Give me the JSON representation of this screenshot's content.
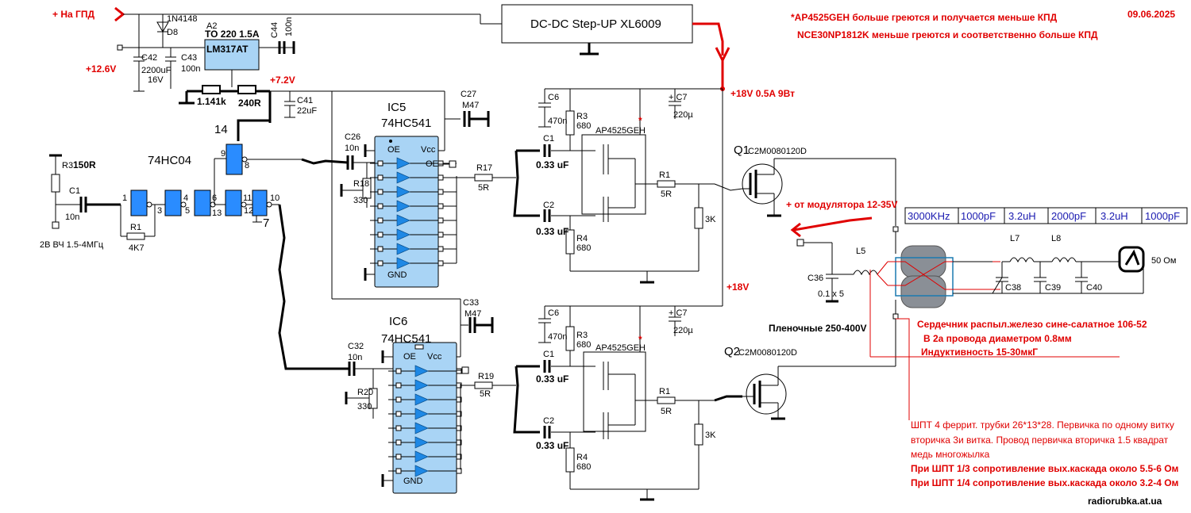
{
  "labels": {
    "gpd": "+ На ГПД",
    "d8_part": "1N4148",
    "d8_ref": "D8",
    "a2_ref": "A2",
    "a2_pkg": "TO 220 1.5A",
    "reg": "LM317AT",
    "c44_ref": "C44",
    "c44_val": "100n",
    "c42_ref": "C42",
    "c42_val": "2200uF",
    "c42_v": "16V",
    "c43_ref": "C43",
    "c43_val": "100n",
    "v126": "+12.6V",
    "v72": "+7.2V",
    "r_1141": "1.141k",
    "r_240": "240R",
    "c41_ref": "C41",
    "c41_val": "22uF",
    "pin14": "14",
    "hc04": "74HC04",
    "r3_ref": "R3",
    "r3_val": "150R",
    "c1_ref": "C1",
    "c1_val": "10n",
    "r1_ref": "R1",
    "r1_val": "4K7",
    "input": "2В ВЧ 1.5-4МГц",
    "p1": "1",
    "p2": "3",
    "p3": "4",
    "p4": "5",
    "p5": "6",
    "p6": "13",
    "p7": "11",
    "p8": "12",
    "p9": "10",
    "p10": "7",
    "p11": "9",
    "p12": "8",
    "c26_ref": "C26",
    "c26_val": "10n",
    "r18_ref": "R18",
    "r18_val": "330",
    "ic5": "IC5",
    "ic5_part": "74HC541",
    "c27_ref": "C27",
    "c27_val": "M47",
    "r17_ref": "R17",
    "r17_val": "5R",
    "c6_ref": "C6",
    "c6_val": "470n",
    "r3b_ref": "R3",
    "r3b_val": "680",
    "c1b_ref": "C1",
    "c1b_val": "0.33 uF",
    "c2_ref": "C2",
    "c2_val": "0.33 uF",
    "r4_ref": "R4",
    "r4_val": "680",
    "ap": "AP4525GEH",
    "r1b_ref": "R1",
    "r1b_val": "5R",
    "r3k": "3K",
    "c7_ref": "+ C7",
    "c7_val": "220µ",
    "v18a": "+18V 0.5A 9Вт",
    "q1": "Q1",
    "q1_part": "C2M0080120D",
    "dcdc": "DC-DC Step-UP XL6009",
    "ic6": "IC6",
    "ic6_part": "74HC541",
    "c32_ref": "C32",
    "c32_val": "10n",
    "r20_ref": "R20",
    "r20_val": "330",
    "c33_ref": "C33",
    "c33_val": "M47",
    "r19_ref": "R19",
    "r19_val": "5R",
    "v18b": "+18V",
    "q2": "Q2",
    "q2_part": "C2M0080120D",
    "oe": "OE",
    "vcc": "Vcc",
    "gnd": "GND",
    "note1": "*AP4525GEH больше греются и получается меньше КПД",
    "note2": "NCE30NP1812K меньше греются и соответственно больше КПД",
    "date": "09.06.2025",
    "modulator": "+ от модулятора 12-35V",
    "filter": [
      "3000KHz",
      "1000pF",
      "3.2uH",
      "2000pF",
      "3.2uH",
      "1000pF"
    ],
    "c36_ref": "C36",
    "c36_val": "0.1 x 5",
    "l5": "L5",
    "film": "Пленочные 250-400V",
    "l7": "L7",
    "l8": "L8",
    "c38": "C38",
    "c39": "C39",
    "c40": "C40",
    "ohm50": "50 Ом",
    "core1": "Сердечник распыл.железо сине-салатное 106-52",
    "core2": "В 2а провода диаметром 0.8мм",
    "core3": "Индуктивность 15-30мкГ",
    "shpt1": "ШПТ 4 феррит. трубки 26*13*28. Первичка по одному витку",
    "shpt2": "вторичка 3и витка. Провод первичка вторичка 1.5 квадрат",
    "shpt3": "медь многожылка",
    "shpt4": "При ШПТ 1/3 сопротивление вых.каскада около 5.5-6 Ом",
    "shpt5": "При ШПТ 1/4 сопротивление вых.каскада около 3.2-4 Ом",
    "site": "radiorubka.at.ua"
  }
}
